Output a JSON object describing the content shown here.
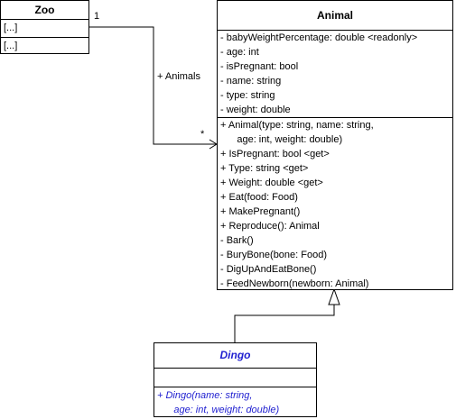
{
  "zoo": {
    "name": "Zoo",
    "attributes_placeholder": "[...]",
    "operations_placeholder": "[...]"
  },
  "animal": {
    "name": "Animal",
    "attributes": [
      "-  babyWeightPercentage: double <readonly>",
      "-  age: int",
      "-  isPregnant: bool",
      "-  name: string",
      "-  type: string",
      "-  weight: double"
    ],
    "operations": [
      "+ Animal(type: string, name: string,",
      "      age: int, weight: double)",
      "+ IsPregnant: bool <get>",
      "+ Type: string <get>",
      "+ Weight: double <get>",
      "+ Eat(food: Food)",
      "+ MakePregnant()",
      "+ Reproduce(): Animal",
      "-  Bark()",
      "-  BuryBone(bone: Food)",
      "-  DigUpAndEatBone()",
      "-  FeedNewborn(newborn: Animal)"
    ]
  },
  "dingo": {
    "name": "Dingo",
    "operations": [
      "+ Dingo(name: string,",
      "      age: int, weight: double)"
    ],
    "color": "#1f1fd0"
  },
  "association": {
    "role": "+ Animals",
    "source_multiplicity": "1",
    "target_multiplicity": "*"
  }
}
